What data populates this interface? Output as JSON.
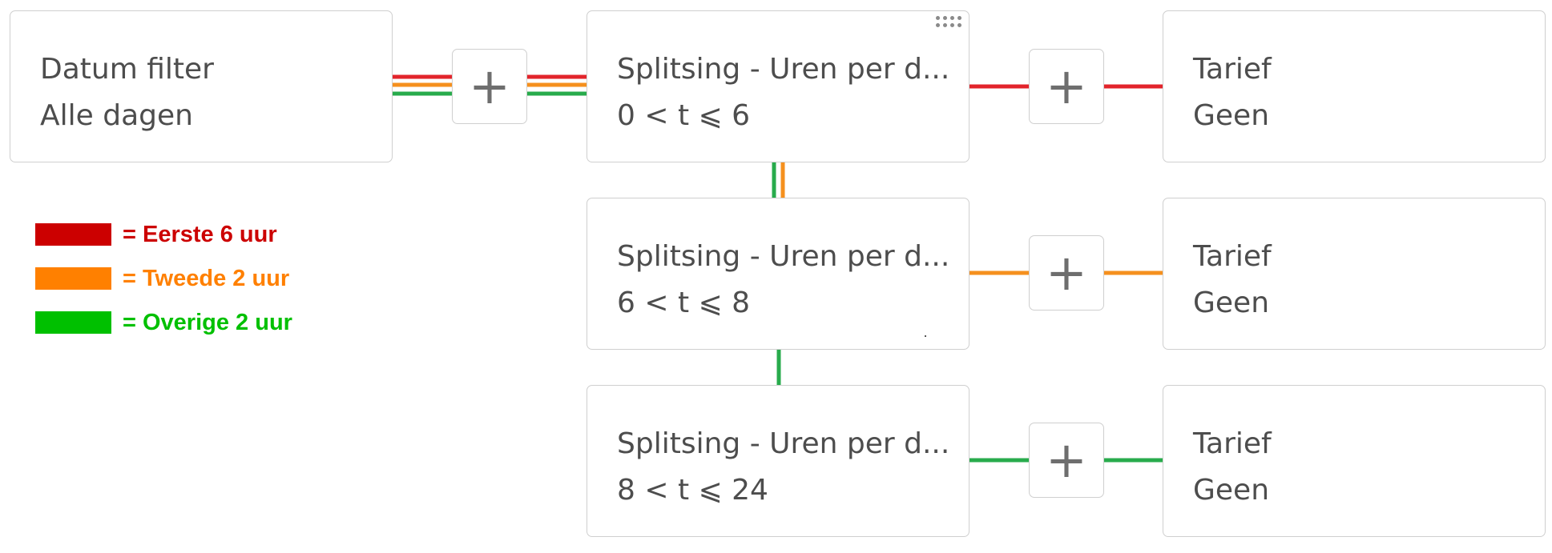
{
  "colors": {
    "red": "#e2242b",
    "orange": "#f5901e",
    "green": "#28ab4c",
    "legend_red": "#cc0000",
    "legend_orange": "#ff8000",
    "legend_green": "#00c000"
  },
  "icons": {
    "add": "plus-icon",
    "drag": "drag-handle-icon"
  },
  "nodes": {
    "datum": {
      "title": "Datum filter",
      "value": "Alle dagen"
    },
    "split1": {
      "title": "Splitsing - Uren per d...",
      "value": "0 < t ⩽ 6"
    },
    "split2": {
      "title": "Splitsing - Uren per d...",
      "value": "6 < t ⩽ 8"
    },
    "split3": {
      "title": "Splitsing - Uren per d...",
      "value": "8 < t ⩽ 24"
    },
    "tarief1": {
      "title": "Tarief",
      "value": "Geen"
    },
    "tarief2": {
      "title": "Tarief",
      "value": "Geen"
    },
    "tarief3": {
      "title": "Tarief",
      "value": "Geen"
    }
  },
  "add_buttons": {
    "plus_glyph": "+"
  },
  "legend": [
    {
      "label": "= Eerste 6 uur",
      "color": "#cc0000"
    },
    {
      "label": "= Tweede 2 uur",
      "color": "#ff8000"
    },
    {
      "label": "= Overige 2 uur",
      "color": "#00c000"
    }
  ]
}
